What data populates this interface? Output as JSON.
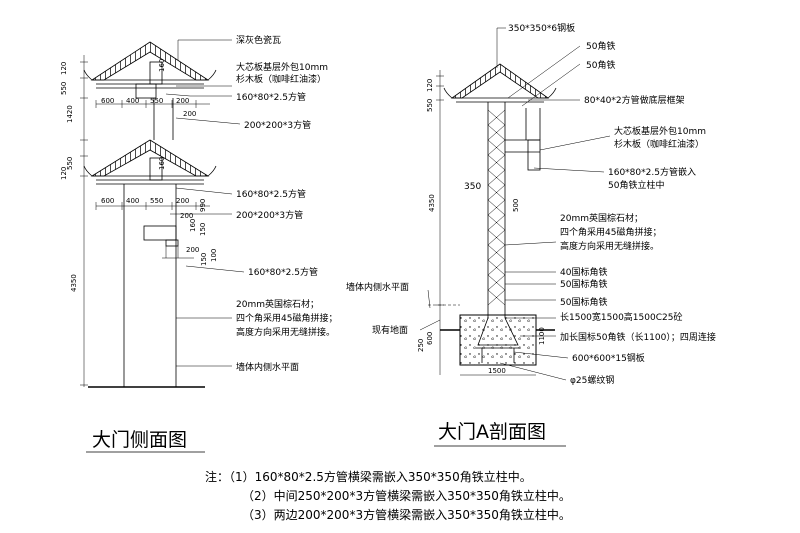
{
  "side_view": {
    "title": "大门侧面图",
    "labels": {
      "tile": "深灰色瓷瓦",
      "board_l1": "大芯板基层外包10mm",
      "board_l2": "杉木板（咖啡红油漆）",
      "tube_a": "160*80*2.5方管",
      "tube_b": "200*200*3方管",
      "tube_c": "160*80*2.5方管",
      "tube_d": "200*200*3方管",
      "tube_e": "160*80*2.5方管",
      "stone_l1": "20mm英国棕石材；",
      "stone_l2": "四个角采用45磁角拼接；",
      "stone_l3": "高度方向采用无缝拼接。",
      "wall": "墙体内侧水平面"
    },
    "dims": {
      "d120a": "120",
      "d550a": "550",
      "d1420": "1420",
      "d120b": "120",
      "d550b": "550",
      "d4350": "4350",
      "d160a": "160",
      "d160b": "160",
      "w600a": "600",
      "w400a": "400",
      "w550a": "550",
      "w200a": "200",
      "w200b": "200",
      "w600b": "600",
      "w400b": "400",
      "w550b": "550",
      "w200c": "200",
      "w200d": "200",
      "d990": "990",
      "d160c": "160",
      "d150": "150",
      "d200": "200",
      "d100": "100",
      "d150b": "150"
    }
  },
  "section_view": {
    "title": "大门A剖面图",
    "labels": {
      "plate_top": "350*350*6钢板",
      "angle_a": "50角铁",
      "angle_b": "50角铁",
      "frame": "80*40*2方管做底层框架",
      "board_l1": "大芯板基层外包10mm",
      "board_l2": "杉木板（咖啡红油漆）",
      "embed_l1": "160*80*2.5方管嵌入",
      "embed_l2": "50角铁立柱中",
      "stone_l1": "20mm英国棕石材；",
      "stone_l2": "四个角采用45磁角拼接；",
      "stone_l3": "高度方向采用无缝拼接。",
      "angle40": "40国标角铁",
      "angle50a": "50国标角铁",
      "angle50b": "50国标角铁",
      "wall": "墙体内侧水平面",
      "ground": "现有地面",
      "concrete": "长1500宽1500高1500C25砼",
      "ext_angle": "加长国标50角铁（长1100）；四周连接",
      "base_plate": "600*600*15钢板",
      "rebar": "φ25螺纹钢"
    },
    "dims": {
      "d350": "350",
      "d120": "120",
      "d550": "550",
      "d4350": "4350",
      "d500": "500",
      "d250": "250",
      "d600": "600",
      "d1100": "1100",
      "d1500": "1500"
    }
  },
  "notes": {
    "n1": "注：（1）160*80*2.5方管横梁需嵌入350*350角铁立柱中。",
    "n2": "（2）中间250*200*3方管横梁需嵌入350*350角铁立柱中。",
    "n3": "（3）两边200*200*3方管横梁需嵌入350*350角铁立柱中。"
  }
}
